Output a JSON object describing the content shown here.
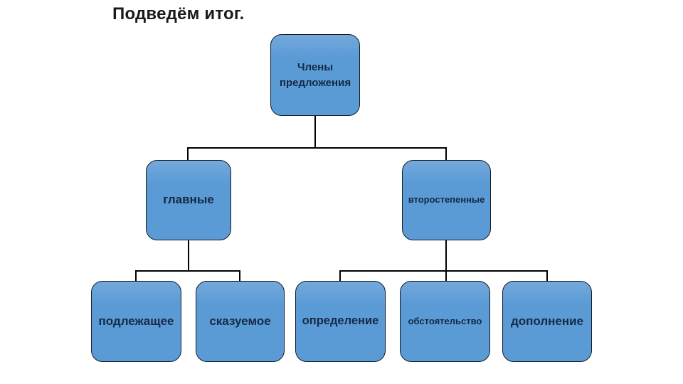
{
  "slide": {
    "title": "Подведём итог."
  },
  "diagram": {
    "type": "hierarchy",
    "root": {
      "label": "Члены предложения"
    },
    "branches": [
      {
        "label": "главные",
        "children_labels": [
          "подлежащее",
          "сказуемое"
        ]
      },
      {
        "label": "второстепенные",
        "children_labels": [
          "определение",
          "обстоятельство",
          "дополнение"
        ]
      }
    ],
    "leaves": [
      {
        "label": "подлежащее"
      },
      {
        "label": "сказуемое"
      },
      {
        "label": "определение"
      },
      {
        "label": "обстоятельство"
      },
      {
        "label": "дополнение"
      }
    ]
  },
  "colors": {
    "background": "#ffffff",
    "title_text": "#1a1a1a",
    "box_fill": "#5b9bd5",
    "box_border": "#141c26",
    "box_text": "#152844",
    "connector": "#000000"
  }
}
